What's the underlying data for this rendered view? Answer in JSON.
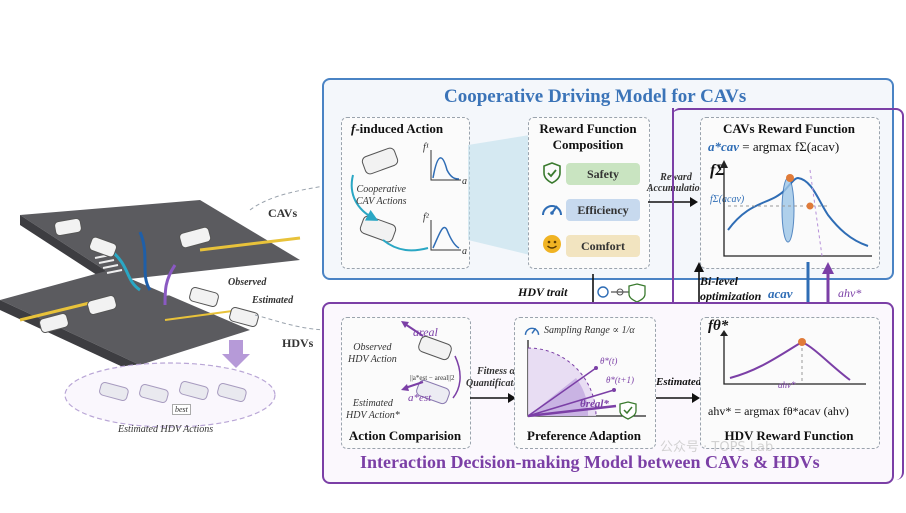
{
  "colors": {
    "blue_frame": "#4a83c4",
    "purple_frame": "#7b3fa6",
    "safety": "#c9e4c1",
    "efficiency": "#c7d9ee",
    "comfort": "#f2e4c0",
    "curve_blue": "#2f6db5",
    "curve_purple": "#7b3fa6",
    "optimum": "#e07b39"
  },
  "scene": {
    "cavs_label": "CAVs",
    "hdvs_label": "HDVs",
    "observed_label": "Observed",
    "estimated_label": "Estimated",
    "estimated_actions_label": "Estimated HDV Actions",
    "best_tag": "best"
  },
  "cav_model": {
    "title": "Cooperative Driving Model for CAVs",
    "f_action": {
      "title_f": "f",
      "title_rest": "-induced Action",
      "caption_line1": "Cooperative",
      "caption_line2": "CAV Actions",
      "f1": "f¹",
      "f2": "f²",
      "axis_a": "a"
    },
    "reward_composition": {
      "title_line1": "Reward Function",
      "title_line2": "Composition",
      "items": [
        {
          "label": "Safety",
          "icon": "shield-check-icon"
        },
        {
          "label": "Efficiency",
          "icon": "speedometer-icon"
        },
        {
          "label": "Comfort",
          "icon": "smiley-icon"
        }
      ]
    },
    "reward_accumulation_line1": "Reward",
    "reward_accumulation_line2": "Accumulation",
    "cav_reward": {
      "title": "CAVs Reward Function",
      "eq_lhs": "a*cav",
      "eq_rhs": "= argmax fΣ(acav)",
      "f_sigma": "fΣ",
      "f_sigma_of": "fΣ(acav)"
    }
  },
  "links": {
    "hdv_trait": "HDV trait",
    "bilevel_line1": "Bi-level",
    "bilevel_line2": "optimization",
    "a_cav": "acav",
    "a_hv": "ahv*",
    "fitness_line1": "Fitness α",
    "fitness_line2": "Quantification",
    "estimated_theta": "Estimated θ*"
  },
  "interaction_model": {
    "title": "Interaction Decision-making Model between CAVs & HDVs",
    "action_comparison": {
      "title": "Action Comparision",
      "observed_line1": "Observed",
      "observed_line2": "HDV Action",
      "estimated_line1": "Estimated",
      "estimated_line2": "HDV Action*",
      "a_real": "areal",
      "a_est": "a*est",
      "norm": "||a*est − areal||2"
    },
    "preference": {
      "title": "Preference Adaption",
      "sampling": "Sampling Range ∝ 1/α",
      "theta_t": "θ*(t)",
      "theta_t1": "θ*(t+1)",
      "theta_real": "θreal*"
    },
    "hdv_reward": {
      "title": "HDV Reward Function",
      "f_theta": "fθ*",
      "a_hv_tick": "ahv*",
      "eq": "ahv* = argmax fθ*acav (ahv)"
    }
  },
  "watermark": "公众号 · TOPS Lab"
}
